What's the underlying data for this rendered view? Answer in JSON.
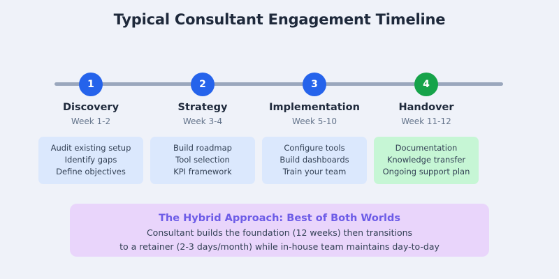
{
  "title": "Typical Consultant Engagement Timeline",
  "colors": {
    "background": "#eff2f9",
    "rail": "#9aa7bd",
    "node_blue": "#2563eb",
    "node_green": "#16a34a",
    "card_blue": "#dbe8fd",
    "card_green": "#c6f6d5",
    "panel_background": "#e9d5fb",
    "panel_title": "#6d5ce7",
    "heading": "#1e293b",
    "muted": "#64748b"
  },
  "timeline": {
    "phases": [
      {
        "number": "1",
        "name": "Discovery",
        "weeks": "Week 1-2",
        "accent": "blue",
        "tasks": [
          "Audit existing setup",
          "Identify gaps",
          "Define objectives"
        ]
      },
      {
        "number": "2",
        "name": "Strategy",
        "weeks": "Week 3-4",
        "accent": "blue",
        "tasks": [
          "Build roadmap",
          "Tool selection",
          "KPI framework"
        ]
      },
      {
        "number": "3",
        "name": "Implementation",
        "weeks": "Week 5-10",
        "accent": "blue",
        "tasks": [
          "Configure tools",
          "Build dashboards",
          "Train your team"
        ]
      },
      {
        "number": "4",
        "name": "Handover",
        "weeks": "Week 11-12",
        "accent": "green",
        "tasks": [
          "Documentation",
          "Knowledge transfer",
          "Ongoing support plan"
        ]
      }
    ]
  },
  "panel": {
    "title": "The Hybrid Approach: Best of Both Worlds",
    "lines": [
      "Consultant builds the foundation (12 weeks) then transitions",
      "to a retainer (2-3 days/month) while in-house team maintains day-to-day"
    ]
  }
}
